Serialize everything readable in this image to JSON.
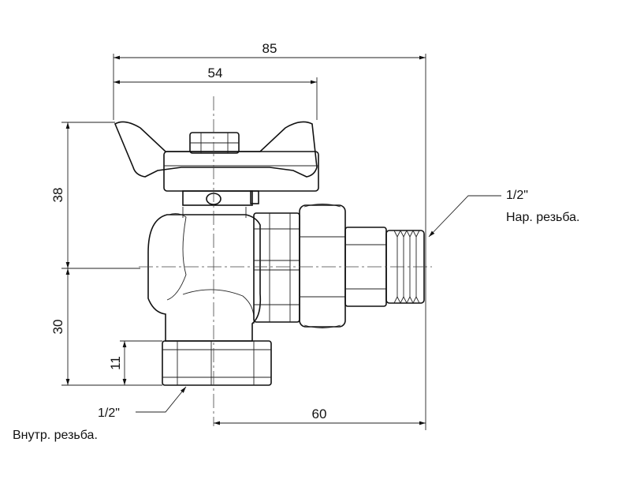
{
  "dimensions": {
    "overall_width": "85",
    "handle_width": "54",
    "height_upper": "38",
    "height_lower": "30",
    "thread_depth": "11",
    "axis_to_end": "60"
  },
  "callouts": {
    "male_thread_size": "1/2\"",
    "male_thread_label": "Нар. резьба.",
    "female_thread_size": "1/2\"",
    "female_thread_label": "Внутр. резьба."
  },
  "colors": {
    "line": "#111111",
    "background": "#ffffff"
  }
}
